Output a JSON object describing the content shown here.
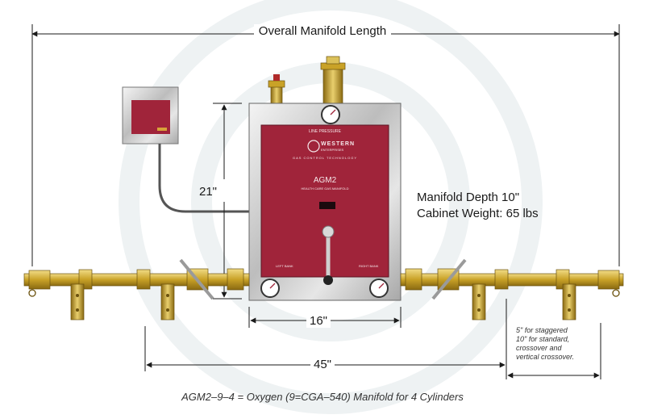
{
  "dimensions": {
    "overall_length": "Overall Manifold Length",
    "height": "21\"",
    "cabinet_width": "16\"",
    "manifold_span": "45\""
  },
  "specs": {
    "depth": "Manifold Depth 10\"",
    "weight": "Cabinet Weight: 65 lbs"
  },
  "stagger_note": {
    "line1": "5\" for staggered",
    "line2": "10\" for standard,",
    "line3": "crossover and",
    "line4": "vertical crossover."
  },
  "caption": "AGM2–9–4 = Oxygen (9=CGA–540) Manifold for 4 Cylinders",
  "cabinet": {
    "line_pressure": "LINE PRESSURE",
    "brand": "WESTERN",
    "brand_sub": "ENTERPRISES",
    "tagline": "GAS CONTROL TECHNOLOGY",
    "model": "AGM2",
    "model_sub": "HEALTH CARE GAS MANIFOLD",
    "left_bank": "LEFT BANK",
    "right_bank": "RIGHT BANK"
  },
  "colors": {
    "panel_red": "#a0243a",
    "brass": "#c9a227",
    "steel": "#c8c8c8"
  }
}
